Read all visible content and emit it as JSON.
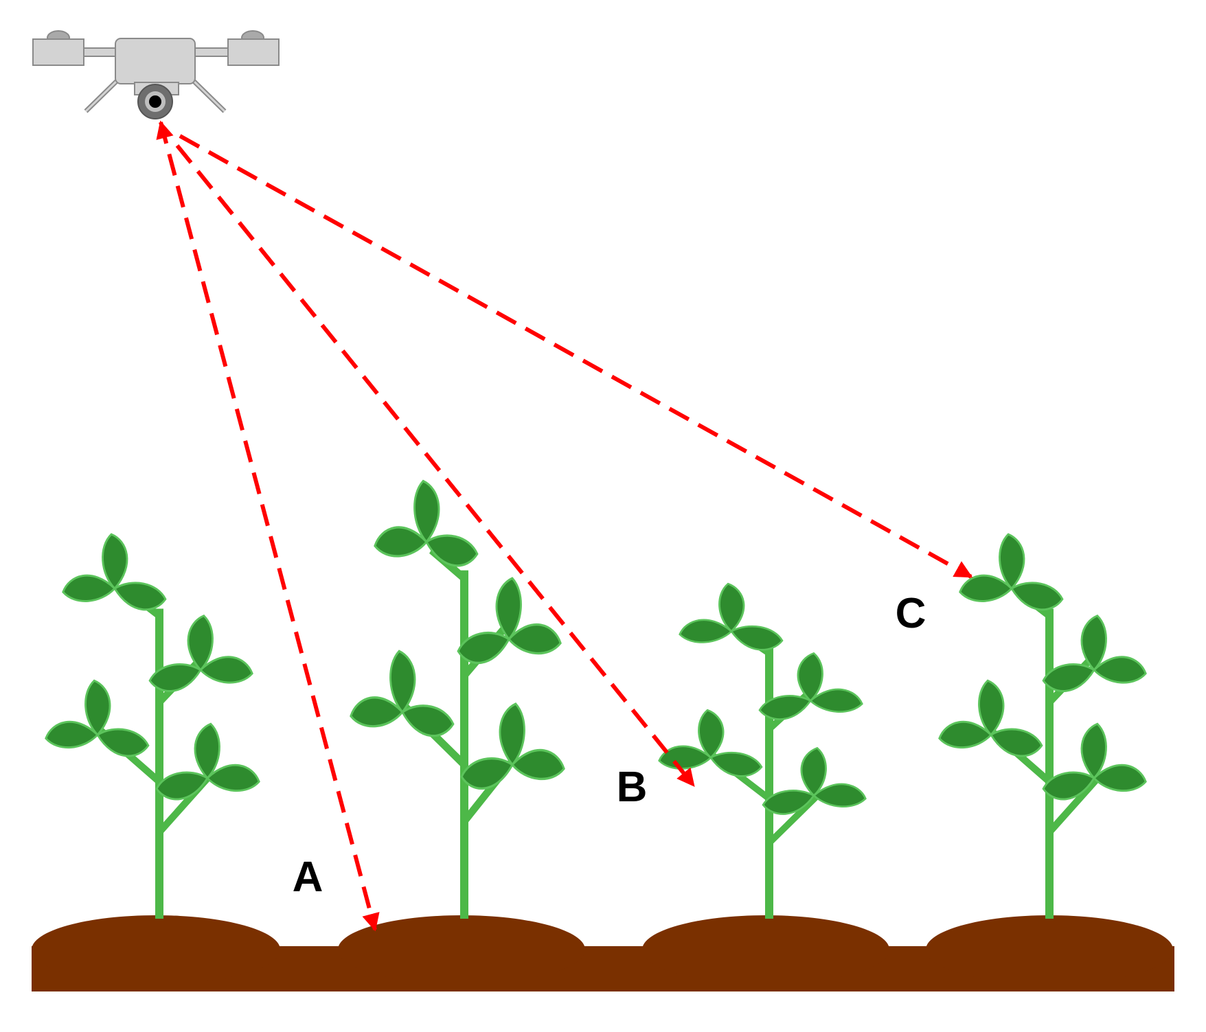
{
  "labels": {
    "a": "A",
    "b": "B",
    "c": "C"
  },
  "colors": {
    "ray": "#ff0000",
    "soil": "#7a3000",
    "stem": "#4db848",
    "leaf": "#2e8b2e",
    "leaf_outline": "#5cc45c",
    "drone_body": "#d3d3d3",
    "drone_outline": "#8a8a8a"
  },
  "icons": {
    "drone": "drone-icon",
    "plant": "plant-icon",
    "soil": "soil-mound"
  }
}
